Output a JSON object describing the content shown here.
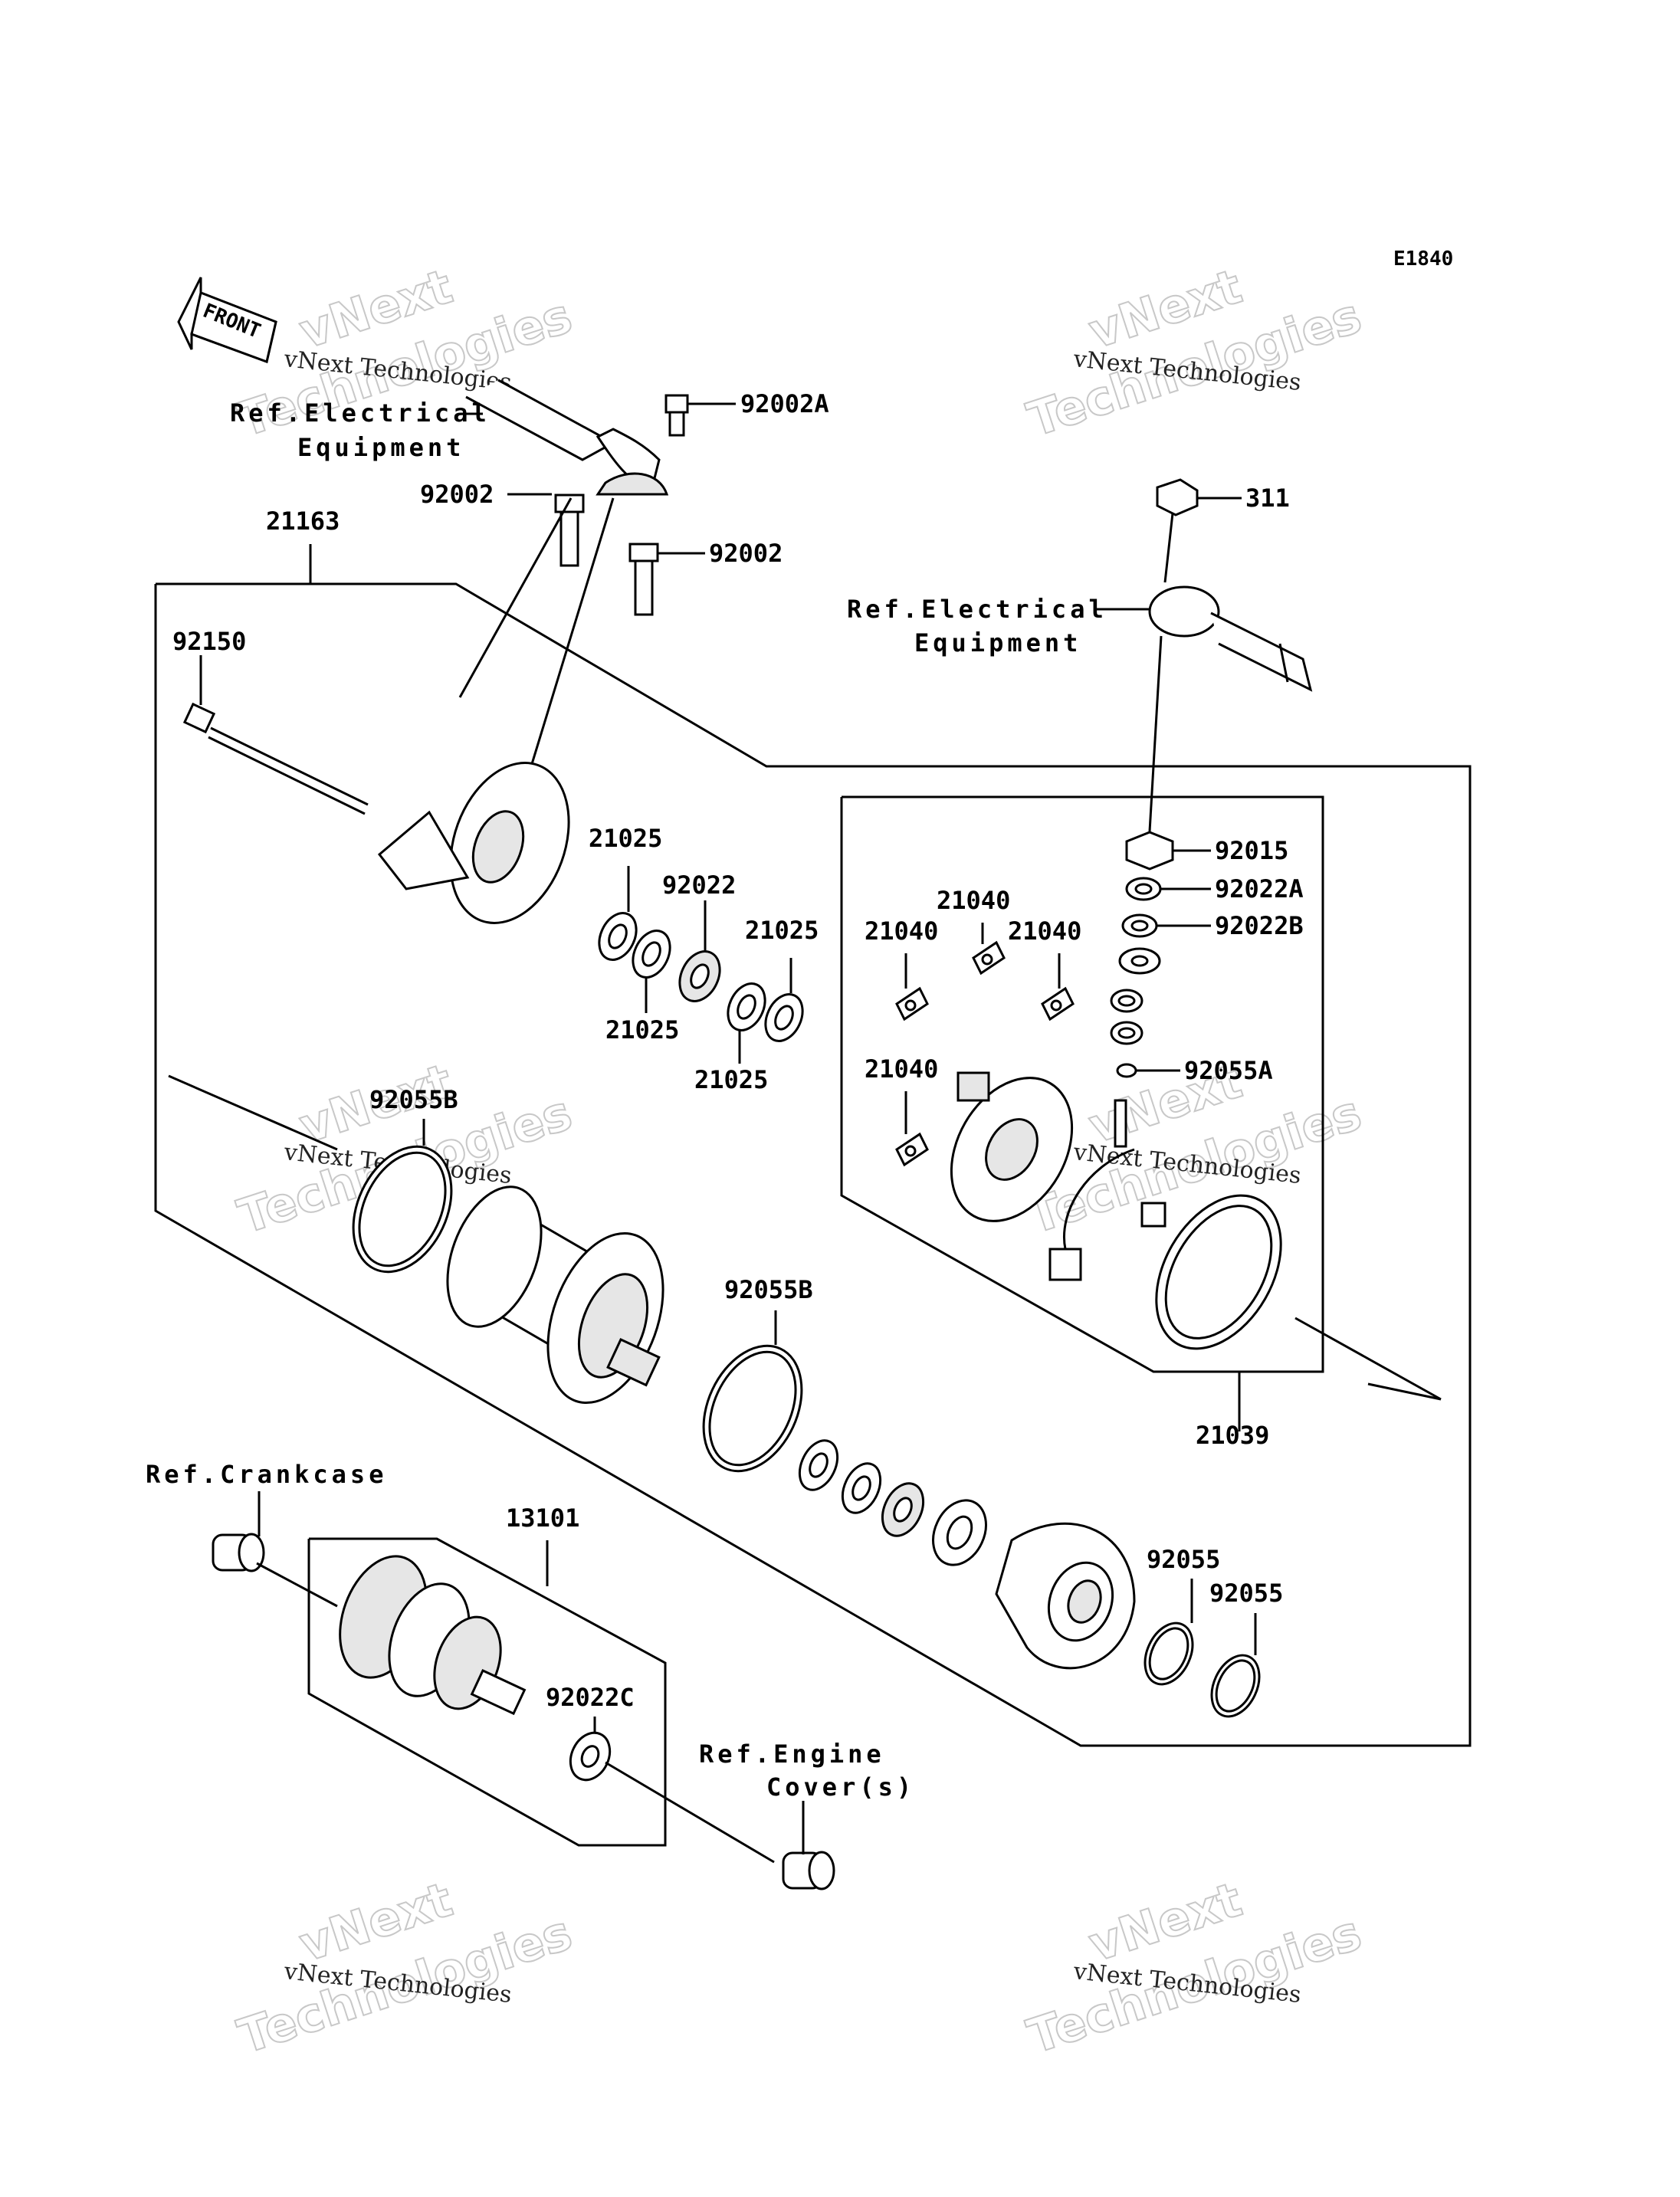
{
  "diagram_code": "E1840",
  "front_label": "FRONT",
  "watermark": {
    "line1": "vNext Technologies",
    "line2": "vNext",
    "line3": "Technologies"
  },
  "references": {
    "electrical_left_line1": "Ref.Electrical",
    "electrical_left_line2": "Equipment",
    "electrical_right_line1": "Ref.Electrical",
    "electrical_right_line2": "Equipment",
    "crankcase": "Ref.Crankcase",
    "engine_cover_line1": "Ref.Engine",
    "engine_cover_line2": "Cover(s)"
  },
  "parts": {
    "p92002A": "92002A",
    "p92002_a": "92002",
    "p92002_b": "92002",
    "p21163": "21163",
    "p92150": "92150",
    "p311": "311",
    "p92015": "92015",
    "p92022A": "92022A",
    "p92022B": "92022B",
    "p92055A": "92055A",
    "p21025_a": "21025",
    "p92022": "92022",
    "p21025_b": "21025",
    "p21025_c": "21025",
    "p21025_d": "21025",
    "p21040_a": "21040",
    "p21040_b": "21040",
    "p21040_c": "21040",
    "p21040_d": "21040",
    "p92055B_a": "92055B",
    "p92055B_b": "92055B",
    "p21039": "21039",
    "p13101": "13101",
    "p92022C": "92022C",
    "p92055_a": "92055",
    "p92055_b": "92055"
  }
}
